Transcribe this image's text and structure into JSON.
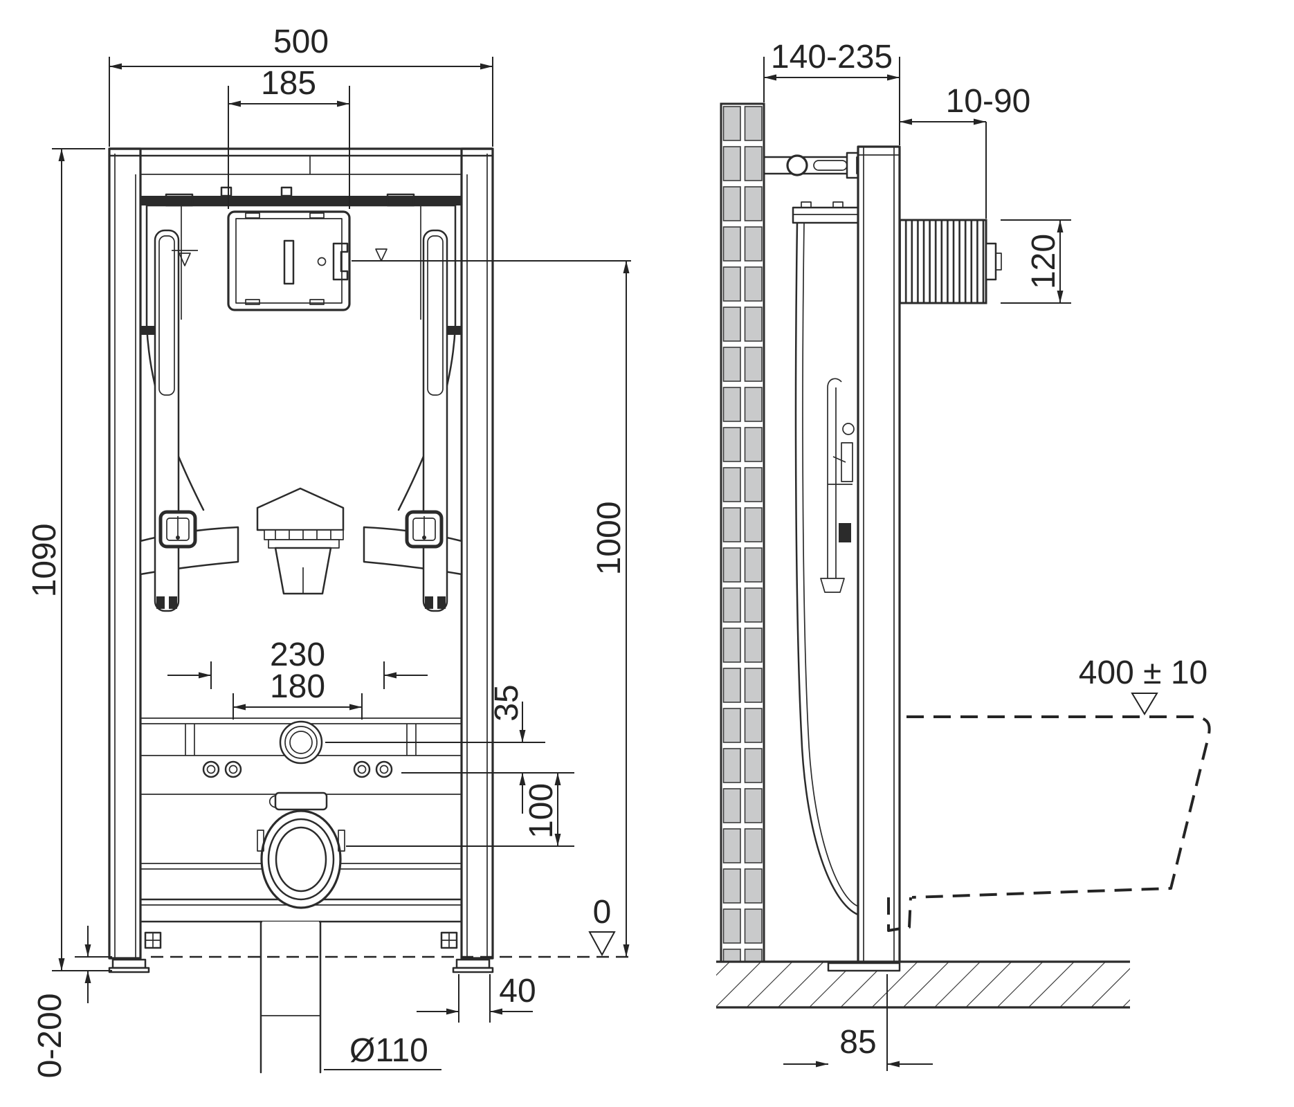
{
  "drawing": {
    "background": "#ffffff",
    "line_color": "#2b2b2b",
    "tile_fill": "#c9cacb",
    "front_view": {
      "dims": {
        "total_width": "500",
        "plate_width": "185",
        "total_height": "1090",
        "plate_center_height": "1000",
        "bracket_spacing_outer": "230",
        "bracket_spacing_inner": "180",
        "inlet_offset": "35",
        "drain_offset": "100",
        "floor_level": "0",
        "foot_width": "40",
        "drain_pipe_diameter": "Ø110",
        "foot_adjustment_range": "0-200"
      }
    },
    "side_view": {
      "dims": {
        "frame_depth_range": "140-235",
        "wall_finish_range": "10-90",
        "flush_unit_height": "120",
        "bowl_seat_height": "400 ± 10",
        "outlet_offset": "85"
      }
    }
  }
}
